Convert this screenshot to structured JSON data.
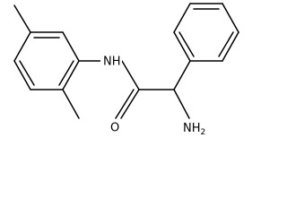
{
  "molecule": {
    "atoms": {
      "nh": "NH",
      "o": "O",
      "nh2": "NH",
      "nh2_sub": "2"
    }
  }
}
